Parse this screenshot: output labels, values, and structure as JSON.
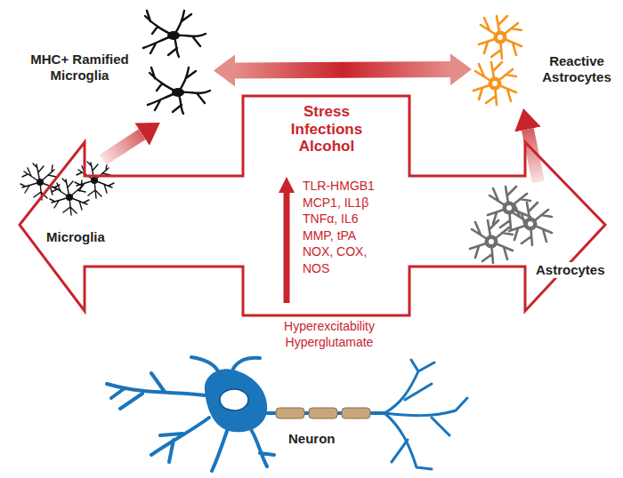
{
  "diagram": {
    "nodes": [
      {
        "text": [
          "MHC+ Ramified Microglia"
        ]
      },
      {
        "text": [
          "Reactive Astrocytes"
        ]
      },
      {
        "text": [
          "Stress Infections Alcohol",
          "TLR-HMGB1 MCP1, IL1β TNFα, IL6 MMP, tPA NOX, COX, NOS",
          "Hyperexcitability Hyperglutamate"
        ]
      },
      {
        "text": [
          "Microglia"
        ]
      },
      {
        "text": [
          "Astrocytes"
        ]
      },
      {
        "text": [
          "Neuron"
        ]
      }
    ],
    "edges": [
      {
        "from": 3,
        "to": 0,
        "arrow": "to"
      },
      {
        "from": 4,
        "to": 1,
        "arrow": "to"
      },
      {
        "from": 0,
        "to": 1,
        "arrow": "both"
      }
    ]
  }
}
